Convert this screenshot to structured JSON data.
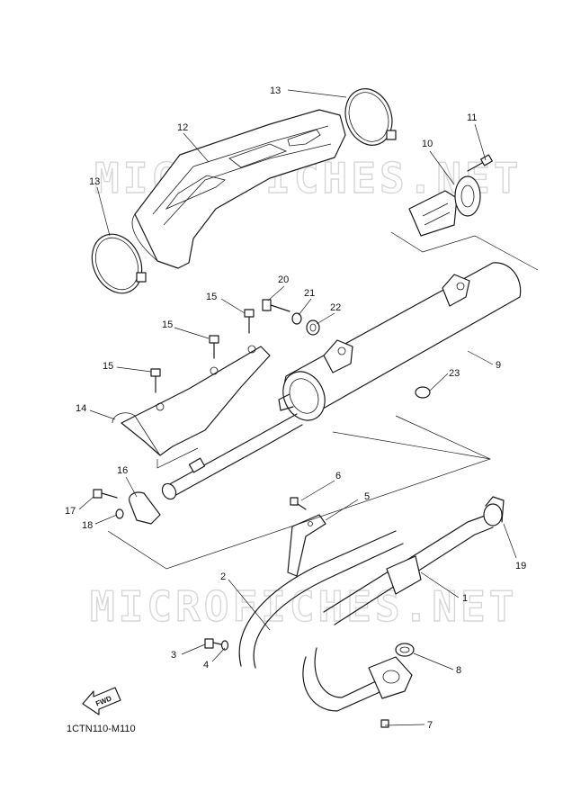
{
  "watermark": {
    "top": "MICROFICHES.NET",
    "bottom": "MICROFICHES.NET"
  },
  "callouts": {
    "c1": "1",
    "c2": "2",
    "c3": "3",
    "c4": "4",
    "c5": "5",
    "c6": "6",
    "c7": "7",
    "c8": "8",
    "c9": "9",
    "c10": "10",
    "c11": "11",
    "c12": "12",
    "c13a": "13",
    "c13b": "13",
    "c14": "14",
    "c15a": "15",
    "c15b": "15",
    "c15c": "15",
    "c16": "16",
    "c17": "17",
    "c18": "18",
    "c19": "19",
    "c20": "20",
    "c21": "21",
    "c22": "22",
    "c23": "23"
  },
  "fwd_label": "FWD",
  "diagram_code": "1CTN110-M110"
}
